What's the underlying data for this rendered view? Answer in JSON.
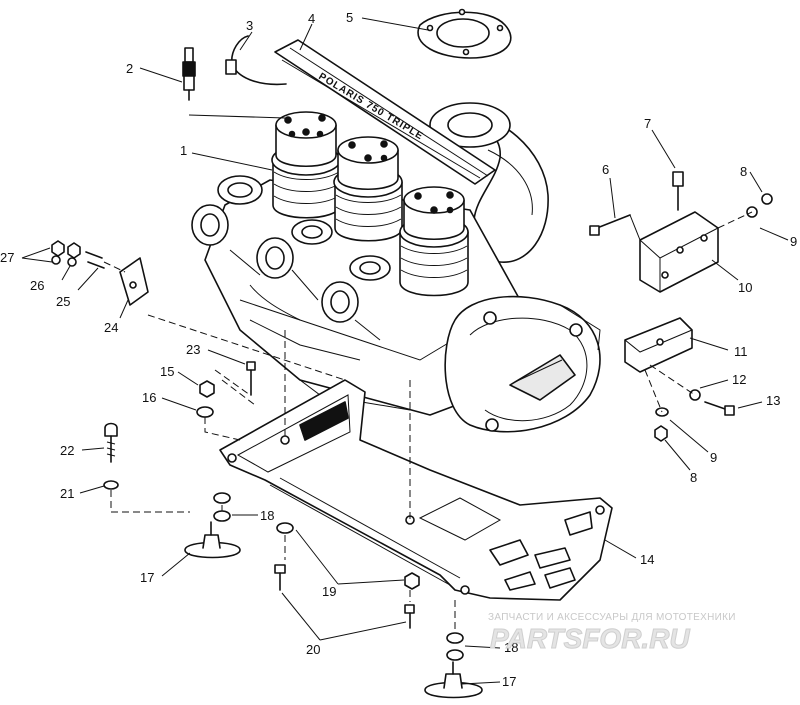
{
  "callouts": [
    {
      "id": "c1",
      "label": "1"
    },
    {
      "id": "c2",
      "label": "2"
    },
    {
      "id": "c3",
      "label": "3"
    },
    {
      "id": "c4",
      "label": "4"
    },
    {
      "id": "c5",
      "label": "5"
    },
    {
      "id": "c6",
      "label": "6"
    },
    {
      "id": "c7",
      "label": "7"
    },
    {
      "id": "c8a",
      "label": "8"
    },
    {
      "id": "c8b",
      "label": "8"
    },
    {
      "id": "c9a",
      "label": "9"
    },
    {
      "id": "c9b",
      "label": "9"
    },
    {
      "id": "c10",
      "label": "10"
    },
    {
      "id": "c11",
      "label": "11"
    },
    {
      "id": "c12",
      "label": "12"
    },
    {
      "id": "c13",
      "label": "13"
    },
    {
      "id": "c14",
      "label": "14"
    },
    {
      "id": "c15",
      "label": "15"
    },
    {
      "id": "c16",
      "label": "16"
    },
    {
      "id": "c17a",
      "label": "17"
    },
    {
      "id": "c17b",
      "label": "17"
    },
    {
      "id": "c18a",
      "label": "18"
    },
    {
      "id": "c18b",
      "label": "18"
    },
    {
      "id": "c19",
      "label": "19"
    },
    {
      "id": "c20",
      "label": "20"
    },
    {
      "id": "c21",
      "label": "21"
    },
    {
      "id": "c22",
      "label": "22"
    },
    {
      "id": "c23",
      "label": "23"
    },
    {
      "id": "c24",
      "label": "24"
    },
    {
      "id": "c25",
      "label": "25"
    },
    {
      "id": "c26",
      "label": "26"
    },
    {
      "id": "c27",
      "label": "27"
    }
  ],
  "manifold_stamp": "POLARIS 750 TRIPLE",
  "watermark": {
    "caption": "ЗАПЧАСТИ И АКСЕССУАРЫ ДЛЯ МОТОТЕХНИКИ",
    "logo": "PARTSFOR.RU"
  }
}
